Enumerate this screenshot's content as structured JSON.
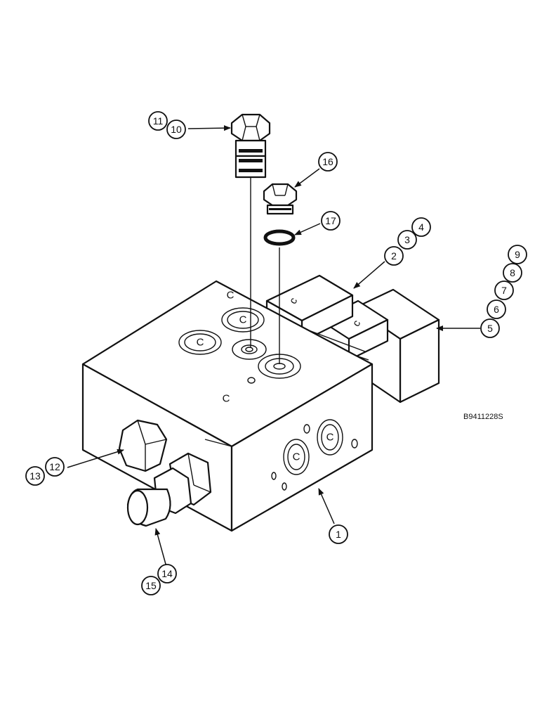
{
  "figure_ref": "B9411228S",
  "port_mark": "C",
  "callouts": [
    {
      "id": "1",
      "label": "1"
    },
    {
      "id": "2",
      "label": "2"
    },
    {
      "id": "3",
      "label": "3"
    },
    {
      "id": "4",
      "label": "4"
    },
    {
      "id": "5",
      "label": "5"
    },
    {
      "id": "6",
      "label": "6"
    },
    {
      "id": "7",
      "label": "7"
    },
    {
      "id": "8",
      "label": "8"
    },
    {
      "id": "9",
      "label": "9"
    },
    {
      "id": "10",
      "label": "10"
    },
    {
      "id": "11",
      "label": "11"
    },
    {
      "id": "12",
      "label": "12"
    },
    {
      "id": "13",
      "label": "13"
    },
    {
      "id": "14",
      "label": "14"
    },
    {
      "id": "15",
      "label": "15"
    },
    {
      "id": "16",
      "label": "16"
    },
    {
      "id": "17",
      "label": "17"
    }
  ],
  "colors": {
    "ink": "#111111",
    "paper": "#ffffff"
  }
}
